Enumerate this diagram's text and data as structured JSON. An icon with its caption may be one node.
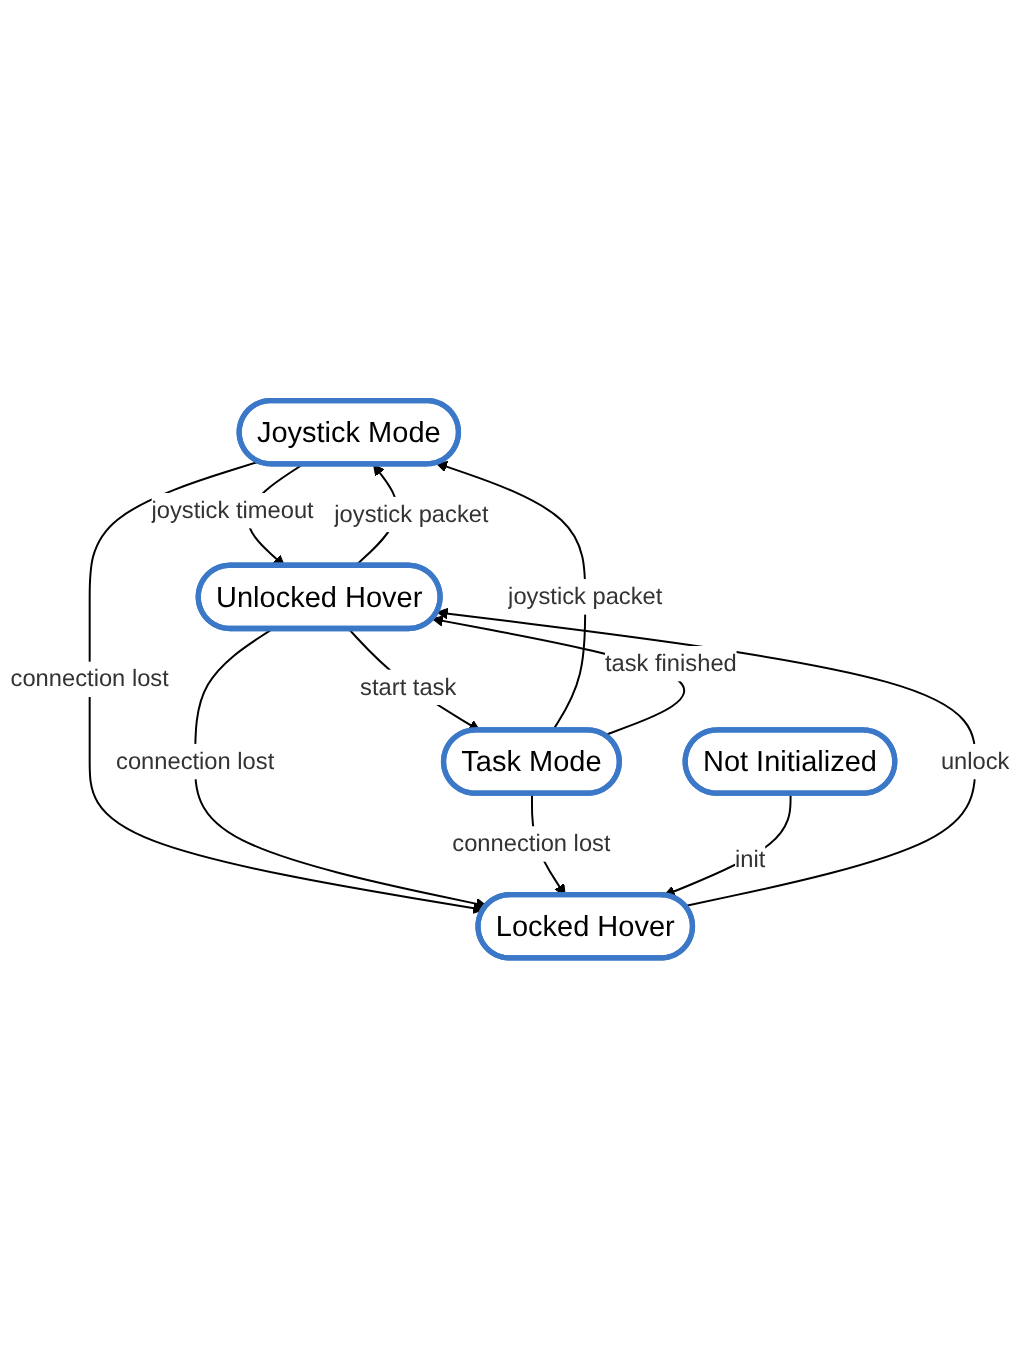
{
  "diagram": {
    "nodes": [
      {
        "text": [
          "Joystick Mode"
        ]
      },
      {
        "text": [
          "Task Mode"
        ]
      },
      {
        "text": [
          "Unlocked Hover"
        ]
      },
      {
        "text": [
          "Locked Hover"
        ]
      },
      {
        "text": [
          "Not Initialized"
        ]
      }
    ],
    "edges": [
      {
        "from": 1,
        "to": 0,
        "arrow": "to",
        "label": "joystick packet"
      },
      {
        "from": 0,
        "to": 2,
        "arrow": "to",
        "label": "joystick timeout"
      },
      {
        "from": 1,
        "to": 2,
        "arrow": "to",
        "label": "task finished"
      },
      {
        "from": 2,
        "to": 0,
        "arrow": "to",
        "label": "joystick packet"
      },
      {
        "from": 2,
        "to": 1,
        "arrow": "to",
        "label": "start task"
      },
      {
        "from": 0,
        "to": 3,
        "arrow": "to",
        "label": "connection lost"
      },
      {
        "from": 2,
        "to": 3,
        "arrow": "to",
        "label": "connection lost"
      },
      {
        "from": 1,
        "to": 3,
        "arrow": "to",
        "label": "connection lost"
      },
      {
        "from": 3,
        "to": 2,
        "arrow": "to",
        "label": "unlock"
      },
      {
        "from": 4,
        "to": 3,
        "arrow": "to",
        "label": "init"
      }
    ]
  }
}
